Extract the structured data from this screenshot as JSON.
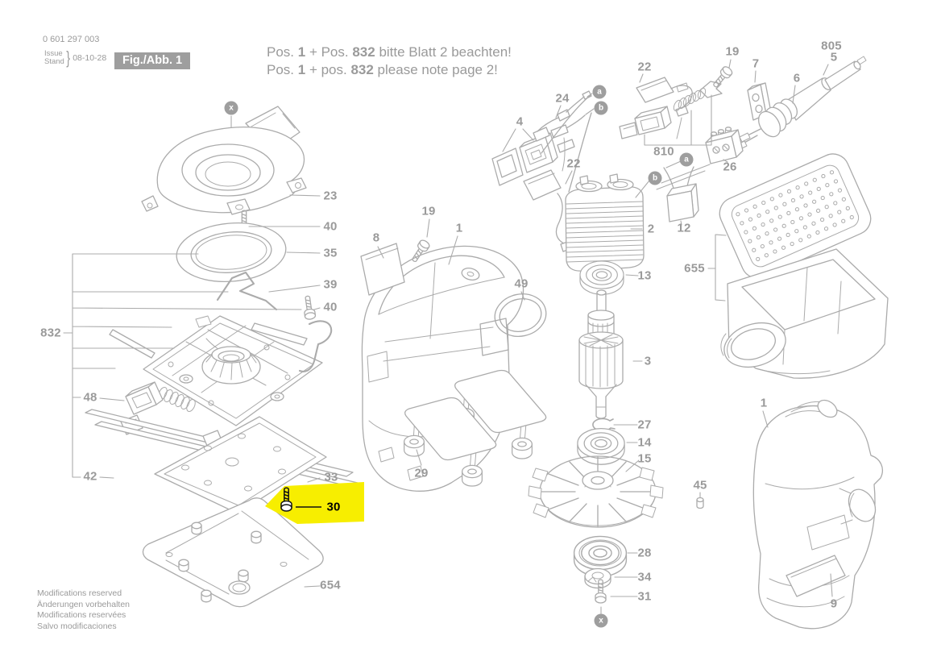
{
  "header": {
    "part_number": "0 601 297 003",
    "issue_label": "Issue",
    "stand_label": "Stand",
    "brace": "}",
    "date": "08-10-28",
    "figure_badge": "Fig./Abb. 1",
    "notice_de": {
      "pre": "Pos. ",
      "bold1": "1",
      "mid": " + Pos. ",
      "bold2": "832",
      "post": " bitte Blatt 2 beachten!"
    },
    "notice_en": {
      "pre": "Pos. ",
      "bold1": "1",
      "mid": " + pos. ",
      "bold2": "832",
      "post": " please note page 2!"
    }
  },
  "callouts": {
    "c23": "23",
    "c40t": "40",
    "c35": "35",
    "c39": "39",
    "c40m": "40",
    "c832": "832",
    "c48": "48",
    "c42": "42",
    "c33": "33",
    "c30": "30",
    "c654": "654",
    "c8": "8",
    "c19l": "19",
    "c1c": "1",
    "c49": "49",
    "c29": "29",
    "c4": "4",
    "c24": "24",
    "c22l": "22",
    "c22t": "22",
    "c2": "2",
    "c810": "810",
    "c12": "12",
    "c13": "13",
    "c3": "3",
    "c27": "27",
    "c14": "14",
    "c15": "15",
    "c28": "28",
    "c34": "34",
    "c31": "31",
    "c19r": "19",
    "c7": "7",
    "c805": "805",
    "c5": "5",
    "c6": "6",
    "c26": "26",
    "c655": "655",
    "c1r": "1",
    "c45": "45",
    "c9": "9"
  },
  "markers": {
    "x": "x",
    "a": "a",
    "b": "b"
  },
  "footer": {
    "lines": [
      "Modifications reserved",
      "Änderungen vorbehalten",
      "Modifications reservées",
      "Salvo modificaciones"
    ]
  },
  "colors": {
    "line": "#ababab",
    "text": "#9a9a9a",
    "badge_bg": "#9e9e9e",
    "highlight": "#f7ee00",
    "highlight_text": "#000000"
  }
}
